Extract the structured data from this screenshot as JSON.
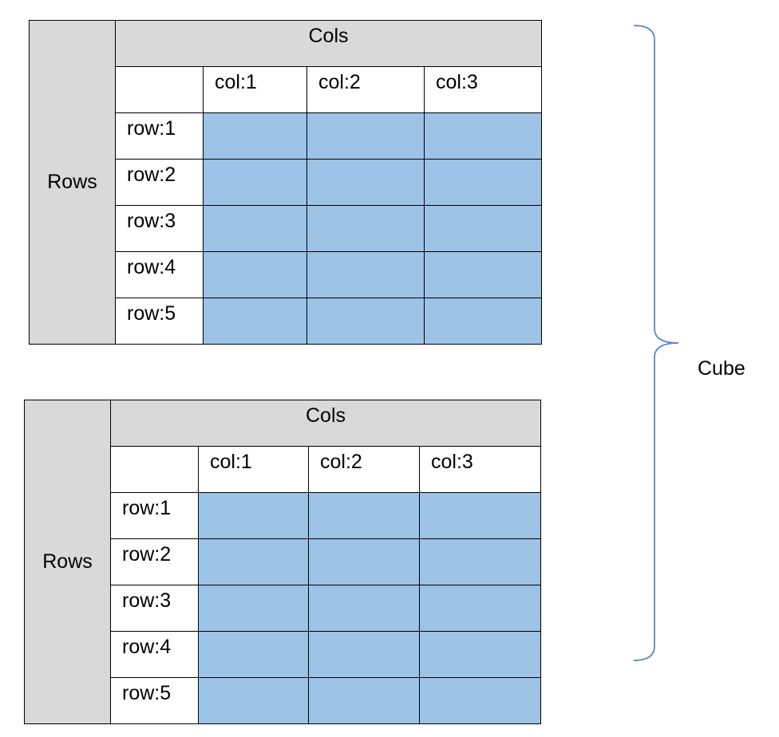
{
  "tables": [
    {
      "rows_label": "Rows",
      "cols_label": "Cols",
      "columns": [
        "col:1",
        "col:2",
        "col:3"
      ],
      "rows": [
        "row:1",
        "row:2",
        "row:3",
        "row:4",
        "row:5"
      ]
    },
    {
      "rows_label": "Rows",
      "cols_label": "Cols",
      "columns": [
        "col:1",
        "col:2",
        "col:3"
      ],
      "rows": [
        "row:1",
        "row:2",
        "row:3",
        "row:4",
        "row:5"
      ]
    }
  ],
  "brace_label": "Cube",
  "colors": {
    "header_fill": "#d9d9d9",
    "data_fill": "#9dc3e6",
    "brace": "#5b87c5"
  }
}
